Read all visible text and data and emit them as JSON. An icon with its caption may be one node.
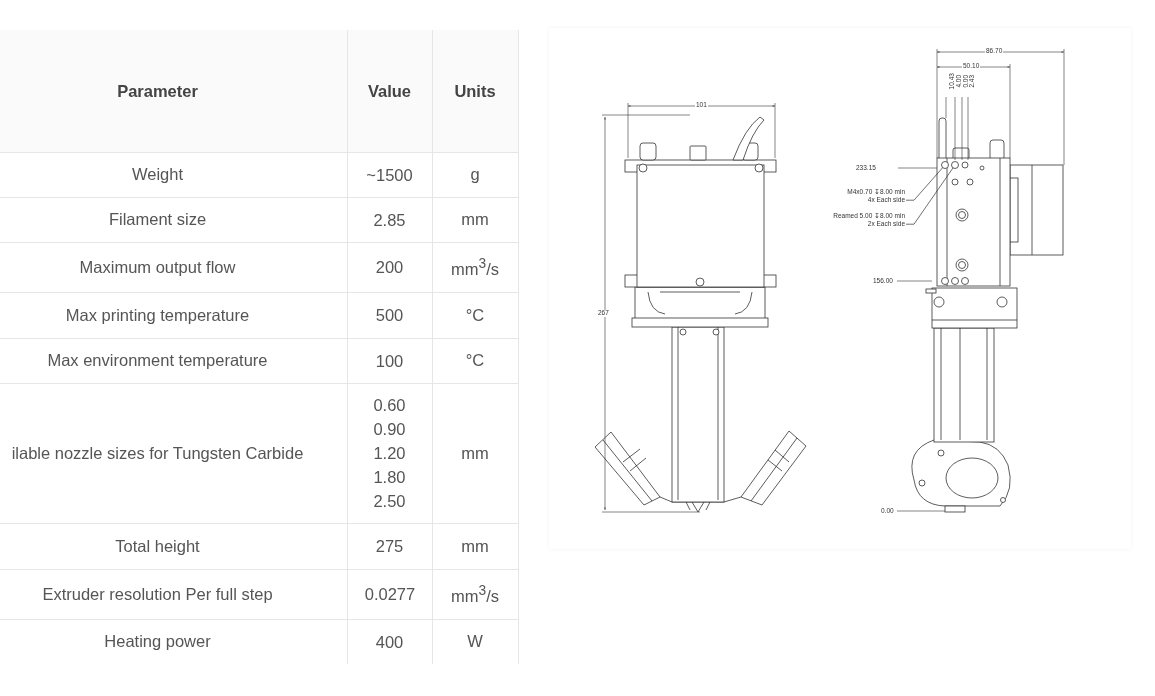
{
  "diagram": {
    "nodes": [
      {
        "text": [
          "M4x0.70 ↧8.00 min",
          "4x Each side"
        ]
      },
      {
        "text": [
          "Reamed 5.00 ↧8.00 min",
          "2x Each side"
        ]
      },
      {
        "text": [],
        "shape": "circle"
      },
      {
        "text": [],
        "shape": "circle"
      }
    ],
    "edges": [
      {
        "from": 0,
        "to": 2,
        "arrow": "none"
      },
      {
        "from": 1,
        "to": 3,
        "arrow": "none"
      }
    ],
    "labels": [
      "Parameter",
      "Value",
      "Units",
      "Weight",
      "~1500",
      "g",
      "Filament size",
      "2.85",
      "mm",
      "Maximum output flow",
      "200",
      "mm$^{3}$/s",
      "Max printing temperature",
      "500",
      "°C",
      "Max environment temperature",
      "100",
      "°C",
      "ilable nozzle sizes for Tungsten Carbide",
      "0.60 0.90 1.20 1.80 2.50",
      "mm",
      "Total height",
      "275",
      "mm",
      "Extruder resolution Per full step",
      "0.0277",
      "mm$^{3}$/s",
      "Heating power",
      "400",
      "W",
      "101",
      "267",
      "86.70",
      "50.10",
      "10.43",
      "4.00",
      "0.00",
      "2.43",
      "233.15",
      "156.00",
      "0.00"
    ]
  }
}
